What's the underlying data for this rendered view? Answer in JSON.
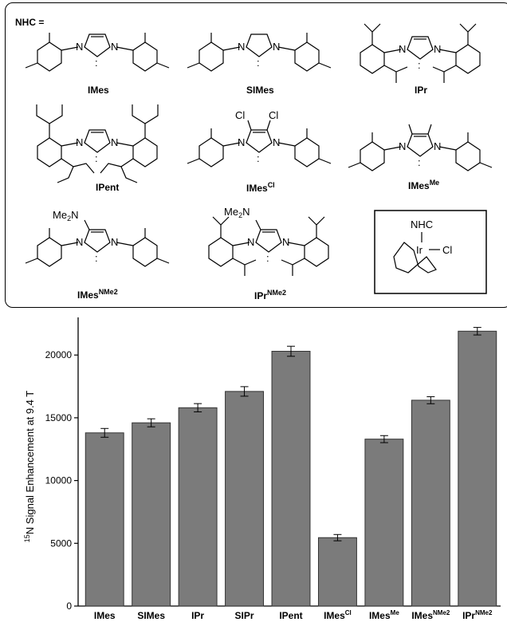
{
  "scheme": {
    "header": "NHC =",
    "compounds": [
      {
        "id": "imes",
        "base": "IMes",
        "sup": ""
      },
      {
        "id": "simes",
        "base": "SIMes",
        "sup": ""
      },
      {
        "id": "ipr",
        "base": "IPr",
        "sup": ""
      },
      {
        "id": "ipent",
        "base": "IPent",
        "sup": ""
      },
      {
        "id": "imescl",
        "base": "IMes",
        "sup": "Cl"
      },
      {
        "id": "imesme",
        "base": "IMes",
        "sup": "Me"
      },
      {
        "id": "imesnme2",
        "base": "IMes",
        "sup": "NMe2"
      },
      {
        "id": "iprnme2",
        "base": "IPr",
        "sup": "NMe2"
      }
    ],
    "atoms": {
      "N": "N",
      "Cl": "Cl",
      "Me2N": "Me",
      "Me2N_sub": "2",
      "Me2N_tail": "N",
      "carbene": ":"
    },
    "complex": {
      "ligand": "NHC",
      "metal": "Ir",
      "halide": "Cl"
    }
  },
  "chart_data": {
    "type": "bar",
    "categories": [
      {
        "base": "IMes",
        "sup": ""
      },
      {
        "base": "SIMes",
        "sup": ""
      },
      {
        "base": "IPr",
        "sup": ""
      },
      {
        "base": "SIPr",
        "sup": ""
      },
      {
        "base": "IPent",
        "sup": ""
      },
      {
        "base": "IMes",
        "sup": "Cl"
      },
      {
        "base": "IMes",
        "sup": "Me"
      },
      {
        "base": "IMes",
        "sup": "NMe2"
      },
      {
        "base": "IPr",
        "sup": "NMe2"
      }
    ],
    "values": [
      13800,
      14600,
      15800,
      17100,
      20300,
      5450,
      13300,
      16400,
      21900
    ],
    "errors": [
      350,
      320,
      330,
      380,
      400,
      250,
      280,
      280,
      300
    ],
    "ylabel_sup": "15",
    "ylabel": "N Signal Enhancement at 9.4 T",
    "ylim": [
      0,
      23000
    ],
    "yticks": [
      0,
      5000,
      10000,
      15000,
      20000
    ],
    "bar_color": "#7b7b7b",
    "grid": false
  }
}
